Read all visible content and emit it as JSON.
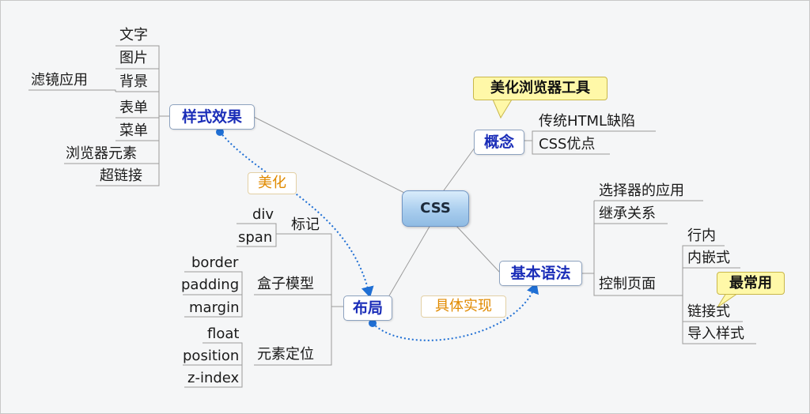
{
  "colors": {
    "link": "#999999",
    "relation": "#1f6fd4",
    "node_text": "#1a2db8",
    "relation_text": "#e08a00",
    "callout_bg": "#fff8a8"
  },
  "map": {
    "center": "CSS",
    "style_effect": {
      "title": "样式效果",
      "children": [
        "文字",
        "图片",
        "背景",
        "表单",
        "菜单",
        "浏览器元素",
        "超链接"
      ],
      "background_child": "滤镜应用"
    },
    "concept": {
      "title": "概念",
      "callout": "美化浏览器工具",
      "children": [
        "传统HTML缺陷",
        "CSS优点"
      ]
    },
    "syntax": {
      "title": "基本语法",
      "children": [
        "选择器的应用",
        "继承关系",
        "控制页面"
      ],
      "control_children": [
        "行内",
        "内嵌式",
        "链接式",
        "导入样式"
      ],
      "callout": "最常用"
    },
    "layout": {
      "title": "布局",
      "tag": {
        "title": "标记",
        "children": [
          "div",
          "span"
        ]
      },
      "box": {
        "title": "盒子模型",
        "children": [
          "border",
          "padding",
          "margin"
        ]
      },
      "position": {
        "title": "元素定位",
        "children": [
          "float",
          "position",
          "z-index"
        ]
      }
    },
    "relations": {
      "beautify": "美化",
      "implement": "具体实现"
    }
  }
}
